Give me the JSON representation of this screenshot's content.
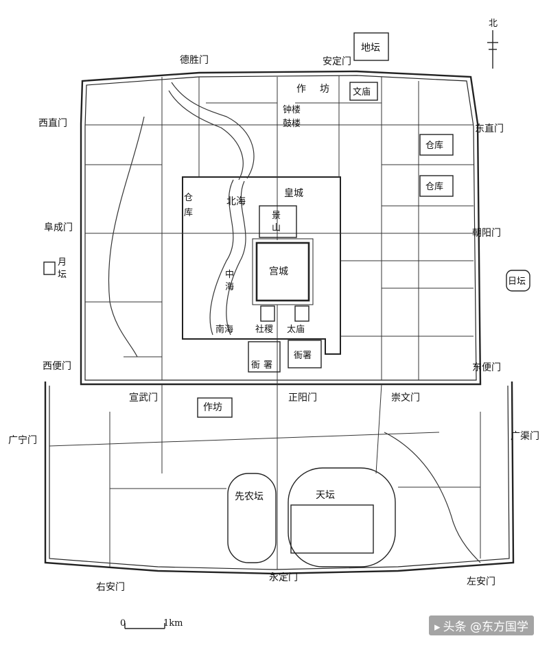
{
  "map": {
    "compass": "北",
    "scale": {
      "zero": "0",
      "unit": "1km"
    },
    "gates": {
      "deshengmen": "德胜门",
      "andingmen": "安定门",
      "xizhimen": "西直门",
      "dongzhimen": "东直门",
      "fuchengmen": "阜成门",
      "chaoyangmen": "朝阳门",
      "xibianmen": "西便门",
      "dongbianmen": "东便门",
      "xuanwumen": "宣武门",
      "zhengyangmen": "正阳门",
      "chongwenmen": "崇文门",
      "guangningmen": "广宁门",
      "guangqumen": "广渠门",
      "youanmen": "右安门",
      "yongdingmen": "永定门",
      "zuoanmen": "左安门"
    },
    "places": {
      "ditan": "地坛",
      "zuofang_north_1": "作",
      "zuofang_north_2": "坊",
      "wenmiao": "文庙",
      "zhonglou": "钟楼",
      "gulou": "鼓楼",
      "cangku_east_1": "仓库",
      "cangku_east_2": "仓库",
      "cangku_west_1": "仓",
      "cangku_west_2": "库",
      "huangcheng": "皇城",
      "beihai": "北海",
      "jingshan_1": "景",
      "jingshan_2": "山",
      "gongcheng": "宫城",
      "zhonghai_1": "中",
      "zhonghai_2": "海",
      "nanhai": "南海",
      "sheji": "社稷",
      "taimiao": "太庙",
      "yashu_west_1": "衙",
      "yashu_west_2": "署",
      "yashu_east": "衙署",
      "yuetan_1": "月",
      "yuetan_2": "坛",
      "ritan": "日坛",
      "zuofang_south": "作坊",
      "xiannongtan": "先农坛",
      "tiantan": "天坛"
    }
  },
  "watermark": {
    "icon": "headline-icon",
    "text": "头条 @东方国学"
  }
}
